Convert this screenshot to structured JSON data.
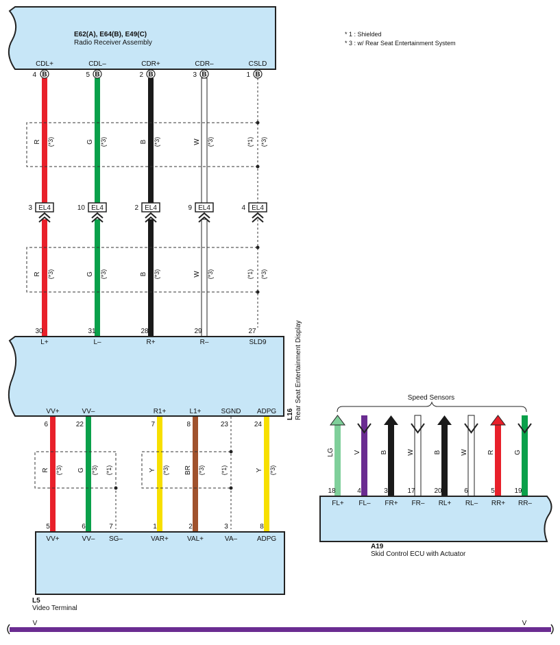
{
  "notes": [
    "* 1 : Shielded",
    "* 3 : w/ Rear Seat Entertainment System"
  ],
  "radio": {
    "code": "E62(A), E64(B), E49(C)",
    "name": "Radio Receiver Assembly",
    "conn": "B",
    "pins": [
      {
        "label": "CDL+",
        "num": "4"
      },
      {
        "label": "CDL–",
        "num": "5"
      },
      {
        "label": "CDR+",
        "num": "2"
      },
      {
        "label": "CDR–",
        "num": "3"
      },
      {
        "label": "CSLD",
        "num": "1"
      }
    ]
  },
  "wires_top": [
    {
      "color": "R",
      "hex": "#e8202a",
      "note": "(*3)"
    },
    {
      "color": "G",
      "hex": "#0aa04a",
      "note": "(*3)"
    },
    {
      "color": "B",
      "hex": "#1a1a1a",
      "note": "(*3)"
    },
    {
      "color": "W",
      "hex": "#ffffff",
      "note": "(*3)"
    },
    {
      "color": "",
      "hex": "",
      "note": "(*1)",
      "note2": "(*3)"
    }
  ],
  "junction": {
    "label": "EL4",
    "pins": [
      "3",
      "10",
      "2",
      "9",
      "4"
    ]
  },
  "rse": {
    "code": "L16",
    "name": "Rear Seat Entertainment Display",
    "top_pins": [
      {
        "label": "L+",
        "num": "30"
      },
      {
        "label": "L–",
        "num": "31"
      },
      {
        "label": "R+",
        "num": "28"
      },
      {
        "label": "R–",
        "num": "29"
      },
      {
        "label": "SLD9",
        "num": "27"
      }
    ],
    "bottom_pins": [
      {
        "label": "VV+",
        "num": "6"
      },
      {
        "label": "VV–",
        "num": "22"
      },
      {
        "label": "R1+",
        "num": "7"
      },
      {
        "label": "L1+",
        "num": "8"
      },
      {
        "label": "SGND",
        "num": "23"
      },
      {
        "label": "ADPG",
        "num": "24"
      }
    ]
  },
  "video_wires": [
    {
      "color": "R",
      "hex": "#e8202a",
      "note": "(*3)"
    },
    {
      "color": "G",
      "hex": "#0aa04a",
      "note": "(*3)"
    },
    {
      "color": "",
      "hex": "",
      "note": "(*1)"
    },
    {
      "color": "Y",
      "hex": "#f7df00",
      "note": "(*3)"
    },
    {
      "color": "BR",
      "hex": "#a0522d",
      "note": "(*3)"
    },
    {
      "color": "",
      "hex": "",
      "note": "(*1)"
    },
    {
      "color": "Y",
      "hex": "#f7df00",
      "note": "(*3)"
    }
  ],
  "video_terminal": {
    "code": "L5",
    "name": "Video Terminal",
    "pins": [
      {
        "label": "VV+",
        "num": "5"
      },
      {
        "label": "VV–",
        "num": "6"
      },
      {
        "label": "SG–",
        "num": "7"
      },
      {
        "label": "VAR+",
        "num": "1"
      },
      {
        "label": "VAL+",
        "num": "2"
      },
      {
        "label": "VA–",
        "num": "3"
      },
      {
        "label": "ADPG",
        "num": "8"
      }
    ]
  },
  "speed_sensors": {
    "title": "Speed Sensors",
    "wires": [
      {
        "color": "LG",
        "hex": "#7fcf9a"
      },
      {
        "color": "V",
        "hex": "#6a2c91"
      },
      {
        "color": "B",
        "hex": "#1a1a1a"
      },
      {
        "color": "W",
        "hex": "#ffffff"
      },
      {
        "color": "B",
        "hex": "#1a1a1a"
      },
      {
        "color": "W",
        "hex": "#ffffff"
      },
      {
        "color": "R",
        "hex": "#e8202a"
      },
      {
        "color": "G",
        "hex": "#0aa04a"
      }
    ]
  },
  "skid_ecu": {
    "code": "A19",
    "name": "Skid Control ECU with Actuator",
    "pins": [
      {
        "label": "FL+",
        "num": "18"
      },
      {
        "label": "FL–",
        "num": "4"
      },
      {
        "label": "FR+",
        "num": "3"
      },
      {
        "label": "FR–",
        "num": "17"
      },
      {
        "label": "RL+",
        "num": "20"
      },
      {
        "label": "RL–",
        "num": "6"
      },
      {
        "label": "RR+",
        "num": "5"
      },
      {
        "label": "RR–",
        "num": "19"
      }
    ]
  },
  "bottom_wire": {
    "color": "V",
    "hex": "#6a2c91"
  }
}
